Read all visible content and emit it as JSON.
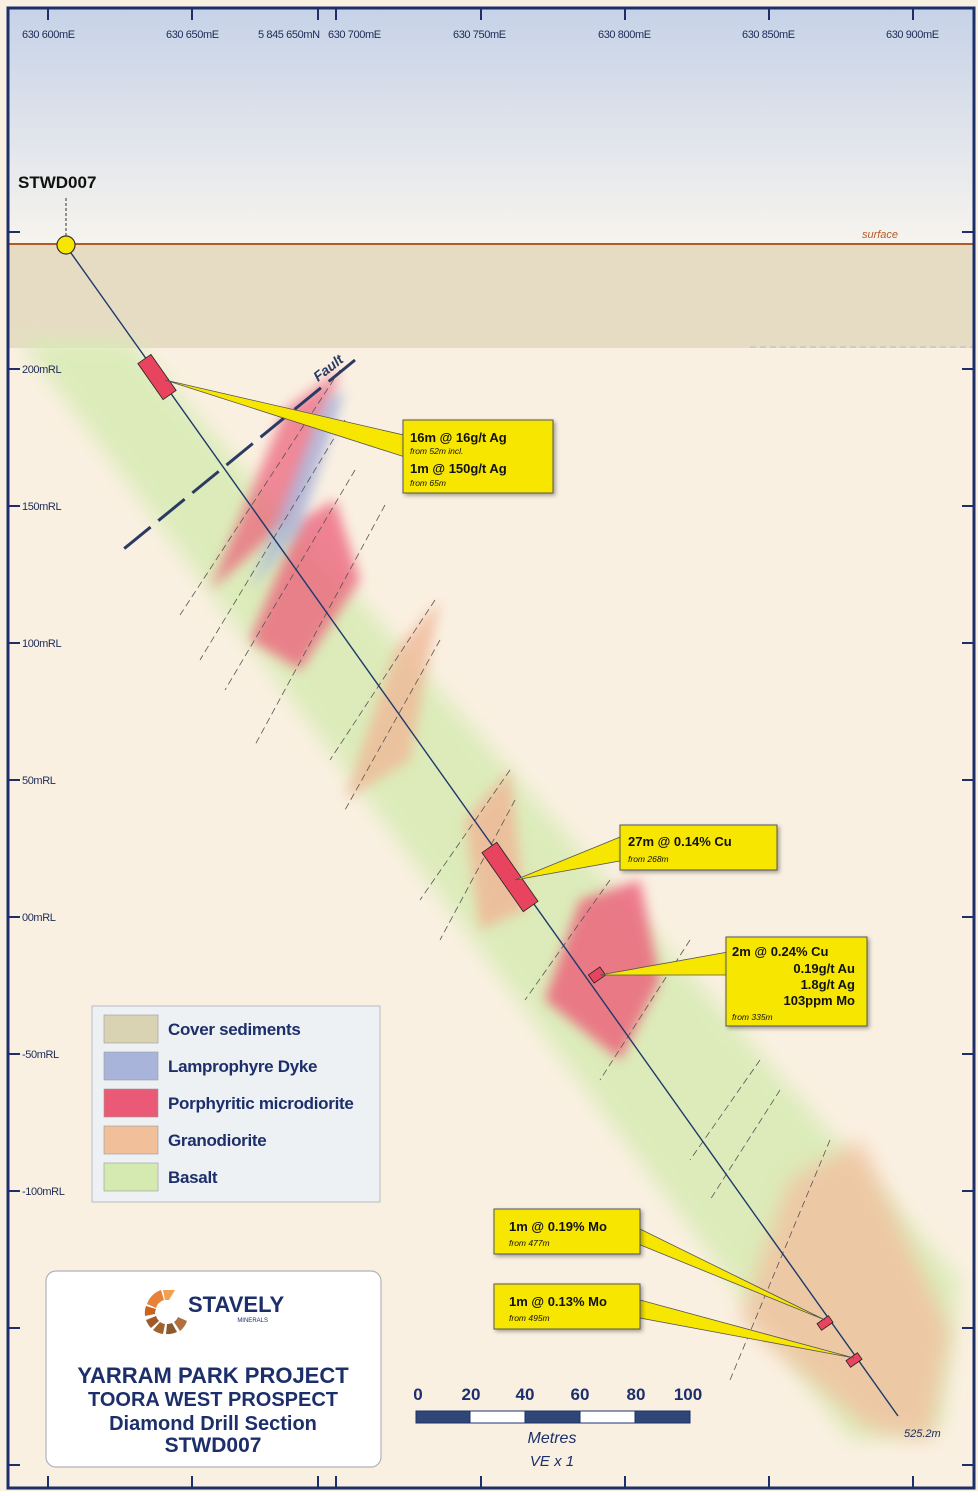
{
  "top_axis": {
    "labels": [
      "630 600mE",
      "630 650mE",
      "5 845 650mN",
      "630 700mE",
      "630 750mE",
      "630 800mE",
      "630 850mE",
      "630 900mE"
    ]
  },
  "left_axis": {
    "labels": [
      "200mRL",
      "150mRL",
      "100mRL",
      "50mRL",
      "00mRL",
      "-50mRL",
      "-100mRL"
    ]
  },
  "hole": {
    "id": "STWD007",
    "end_depth": "525.2m"
  },
  "surface_label": "surface",
  "fault_label": "Fault",
  "callouts": [
    {
      "lines": [
        "16m @ 16g/t Ag"
      ],
      "sub1": "from 52m incl.",
      "lines2": [
        "1m @ 150g/t Ag"
      ],
      "sub2": "from 65m"
    },
    {
      "lines": [
        "27m @ 0.14% Cu"
      ],
      "sub1": "from 268m"
    },
    {
      "lines": [
        "2m @ 0.24% Cu",
        "0.19g/t Au",
        "1.8g/t Ag",
        "103ppm Mo"
      ],
      "sub1": "from 335m"
    },
    {
      "lines": [
        "1m @ 0.19% Mo"
      ],
      "sub1": "from 477m"
    },
    {
      "lines": [
        "1m @ 0.13% Mo"
      ],
      "sub1": "from 495m"
    }
  ],
  "legend": [
    {
      "label": "Cover sediments",
      "color": "#d9d3b4"
    },
    {
      "label": "Lamprophyre Dyke",
      "color": "#a9b4db"
    },
    {
      "label": "Porphyritic microdiorite",
      "color": "#ea5a76"
    },
    {
      "label": "Granodiorite",
      "color": "#f1c09b"
    },
    {
      "label": "Basalt",
      "color": "#d5eab0"
    }
  ],
  "title_block": {
    "logo_text": "STAVELY",
    "logo_sub": "MINERALS",
    "line1": "YARRAM PARK PROJECT",
    "line2": "TOORA WEST PROSPECT",
    "line3": "Diamond Drill Section",
    "line4": "STWD007"
  },
  "scale_bar": {
    "ticks": [
      "0",
      "20",
      "40",
      "60",
      "80",
      "100"
    ],
    "unit": "Metres",
    "ve": "VE x 1"
  },
  "colors": {
    "frame": "#1c2f6b",
    "callout_fill": "#f7e600",
    "surface_line": "#b35a2a",
    "hole_collar": "#f7e600"
  }
}
